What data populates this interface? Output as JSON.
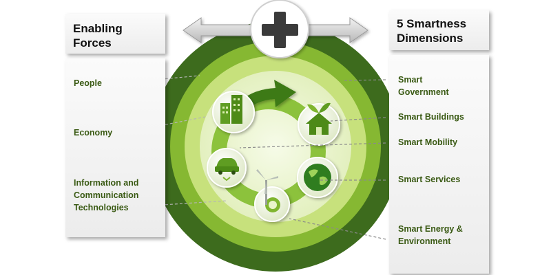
{
  "left_panel": {
    "title": "Enabling Forces",
    "items": [
      "People",
      "Economy",
      "Information and Communication Technologies"
    ]
  },
  "right_panel": {
    "title": "5 Smartness Dimensions",
    "items": [
      "Smart Government",
      "Smart Buildings",
      "Smart Mobility",
      "Smart Services",
      "Smart Energy & Environment"
    ]
  },
  "center": {
    "plus_icon": "plus-icon",
    "arrow_icon": "double-arrow-icon",
    "cycle_icons": [
      "office-buildings-icon",
      "eco-house-icon",
      "globe-icon",
      "wind-turbine-icon",
      "eco-car-icon"
    ]
  },
  "colors": {
    "dark_green": "#3d6b1d",
    "mid_green": "#7fb52e",
    "light_green": "#c5e07a",
    "pale_green": "#eef6d8",
    "label_green": "#3a5a14"
  }
}
